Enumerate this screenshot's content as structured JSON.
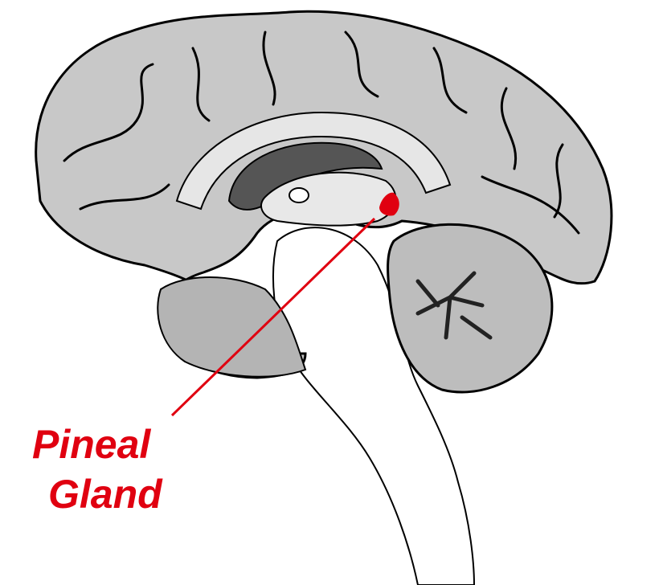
{
  "diagram": {
    "subject": "brain-sagittal-section",
    "highlight_color": "#e00010",
    "label_lines": [
      "Pineal",
      "Gland"
    ]
  }
}
